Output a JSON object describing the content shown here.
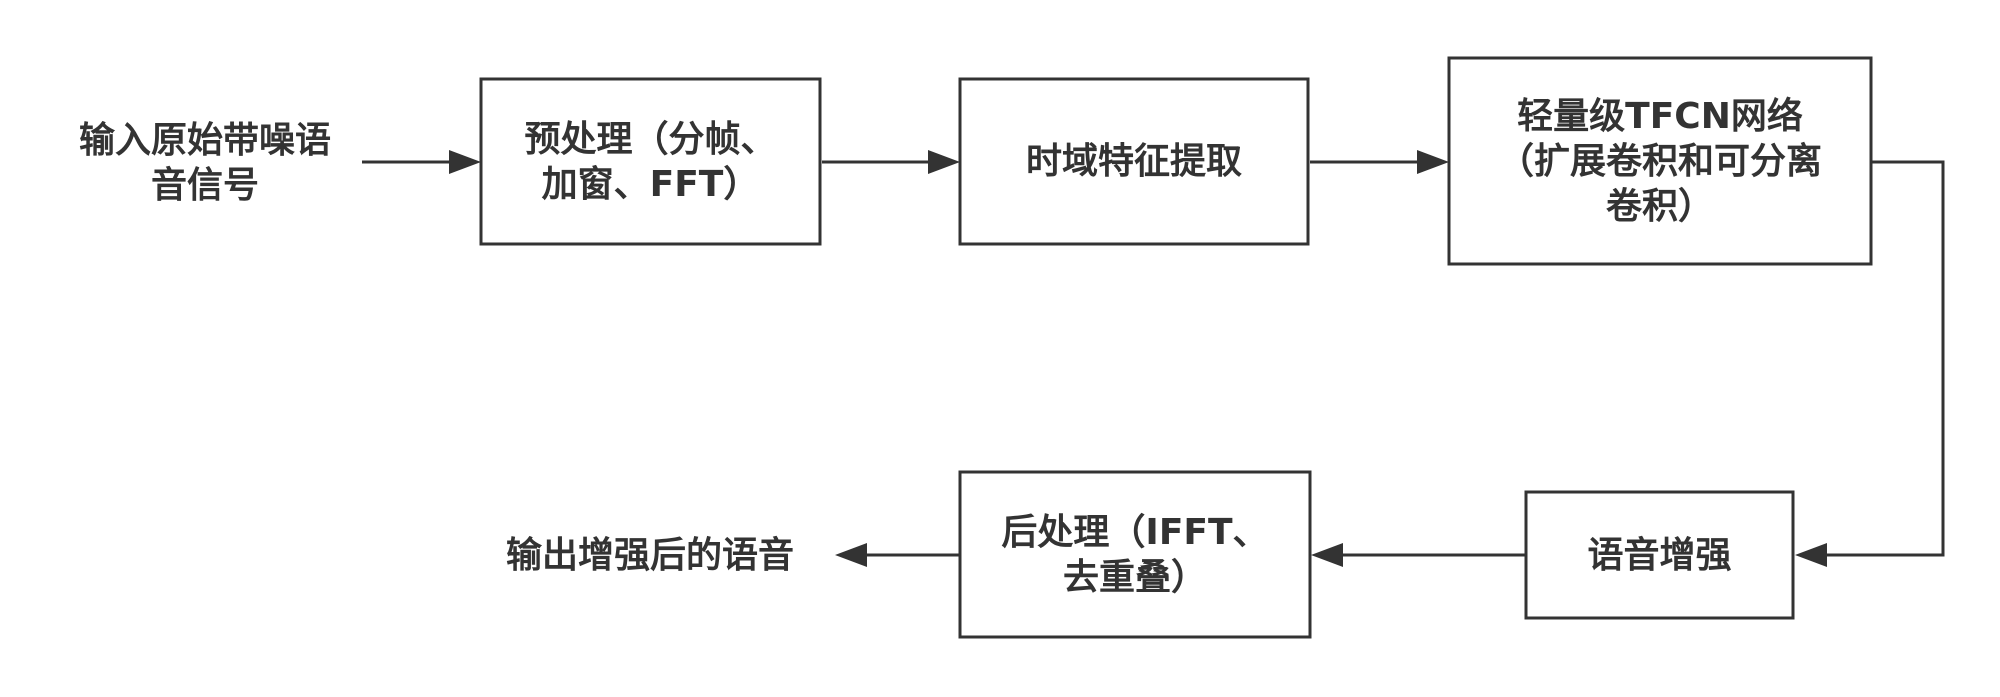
{
  "diagram": {
    "input_label": [
      "输入原始带噪语",
      "音信号"
    ],
    "preprocess": [
      "预处理（分帧、",
      "加窗、FFT）"
    ],
    "feature": [
      "时域特征提取"
    ],
    "tfcn": [
      "轻量级TFCN网络",
      "（扩展卷积和可分离",
      "卷积）"
    ],
    "enhance": [
      "语音增强"
    ],
    "postprocess": [
      "后处理（IFFT、",
      "去重叠）"
    ],
    "output_label": [
      "输出增强后的语音"
    ]
  },
  "colors": {
    "stroke": "#333333",
    "text": "#333333",
    "background": "#ffffff"
  }
}
